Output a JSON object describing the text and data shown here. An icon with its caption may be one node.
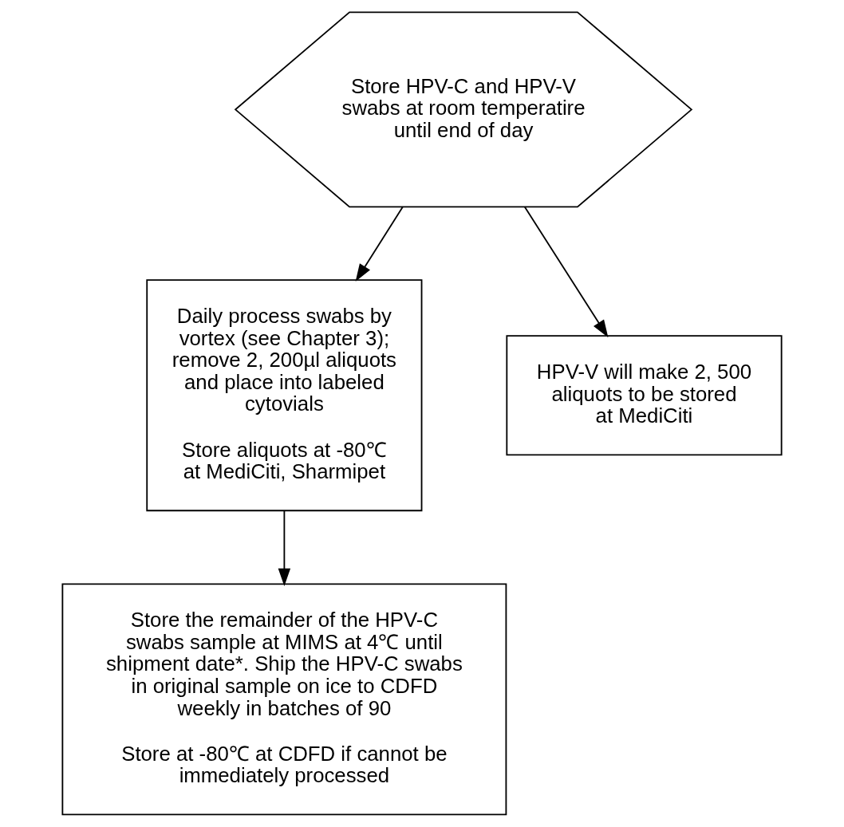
{
  "diagram": {
    "nodes": [
      {
        "text": [
          "Store HPV-C and HPV-V swabs at room temperatire until end of day"
        ]
      },
      {
        "text": [
          "Daily process swabs by vortex (see Chapter 3); remove 2, 200µl aliquots and place into labeled cytovials",
          "Store aliquots at -80℃ at MediCiti, Sharmipet"
        ]
      },
      {
        "text": [
          "HPV-V will make 2, 500 aliquots to be stored at MediCiti"
        ]
      },
      {
        "text": [
          "Store the remainder of the HPV-C swabs sample at MIMS at 4℃ until shipment date*. Ship the HPV-C swabs in original sample on ice to CDFD weekly in batches of 90",
          "Store at -80℃ at CDFD if cannot be immediately processed"
        ]
      }
    ],
    "edges": [
      {
        "from": 0,
        "to": 1,
        "arrow": "to"
      },
      {
        "from": 0,
        "to": 2,
        "arrow": "to"
      },
      {
        "from": 1,
        "to": 3,
        "arrow": "to"
      }
    ]
  }
}
